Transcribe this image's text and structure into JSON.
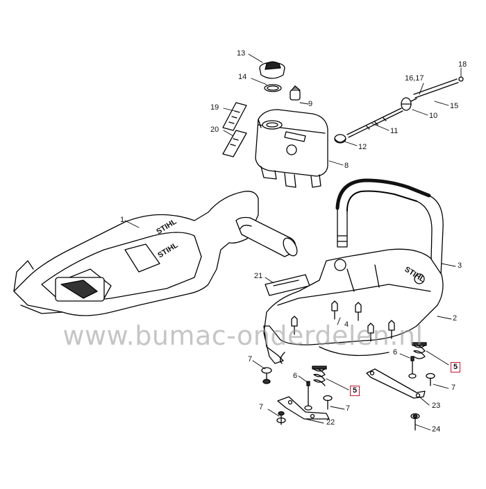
{
  "diagram": {
    "callouts": [
      {
        "id": "c13",
        "text": "13"
      },
      {
        "id": "c14",
        "text": "14"
      },
      {
        "id": "c9",
        "text": "9"
      },
      {
        "id": "c19",
        "text": "19"
      },
      {
        "id": "c20",
        "text": "20"
      },
      {
        "id": "c8",
        "text": "8"
      },
      {
        "id": "c1617",
        "text": "16,17"
      },
      {
        "id": "c18",
        "text": "18"
      },
      {
        "id": "c15",
        "text": "15"
      },
      {
        "id": "c10",
        "text": "10"
      },
      {
        "id": "c11",
        "text": "11"
      },
      {
        "id": "c12",
        "text": "12"
      },
      {
        "id": "c1",
        "text": "1"
      },
      {
        "id": "c21",
        "text": "21"
      },
      {
        "id": "c3",
        "text": "3"
      },
      {
        "id": "c2",
        "text": "2"
      },
      {
        "id": "c4",
        "text": "4"
      },
      {
        "id": "c7a",
        "text": "7"
      },
      {
        "id": "c6a",
        "text": "6"
      },
      {
        "id": "c5a",
        "text": "5"
      },
      {
        "id": "c7b",
        "text": "7"
      },
      {
        "id": "c7c",
        "text": "7"
      },
      {
        "id": "c22",
        "text": "22"
      },
      {
        "id": "c6b",
        "text": "6"
      },
      {
        "id": "c5b",
        "text": "5"
      },
      {
        "id": "c7d",
        "text": "7"
      },
      {
        "id": "c23",
        "text": "23"
      },
      {
        "id": "c24",
        "text": "24"
      }
    ],
    "brand_marks": [
      "STIHL",
      "STIHL",
      "STIHL"
    ],
    "watermark": "www.bumac-onderdelen.nl"
  }
}
